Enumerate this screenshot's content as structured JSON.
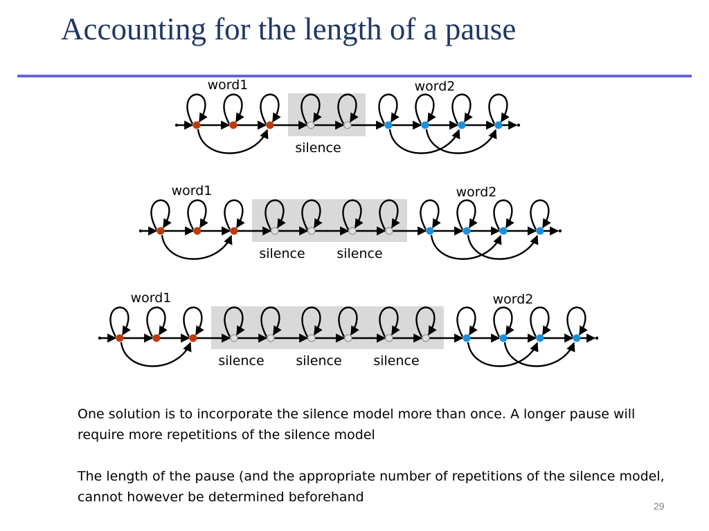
{
  "slide": {
    "title": "Accounting for the length of a pause",
    "page_number": "29"
  },
  "colors": {
    "word1_state": "#c0390b",
    "word2_state": "#1a90e0",
    "silence_state": "#e0e0e0",
    "silence_box": "#d9d9d9",
    "title_rule": "#6464d8",
    "title_text": "#1f3864"
  },
  "diagrams": [
    {
      "word1_label": "word1",
      "word2_label": "word2",
      "silence_labels": [
        "silence"
      ]
    },
    {
      "word1_label": "word1",
      "word2_label": "word2",
      "silence_labels": [
        "silence",
        "silence"
      ]
    },
    {
      "word1_label": "word1",
      "word2_label": "word2",
      "silence_labels": [
        "silence",
        "silence",
        "silence"
      ]
    }
  ],
  "text": {
    "paragraph_1": "One solution is to incorporate the silence model more than once. A longer pause will require more repetitions of the silence model",
    "paragraph_2": "The length of the pause (and the appropriate number of repetitions of the silence model, cannot however be determined beforehand"
  }
}
